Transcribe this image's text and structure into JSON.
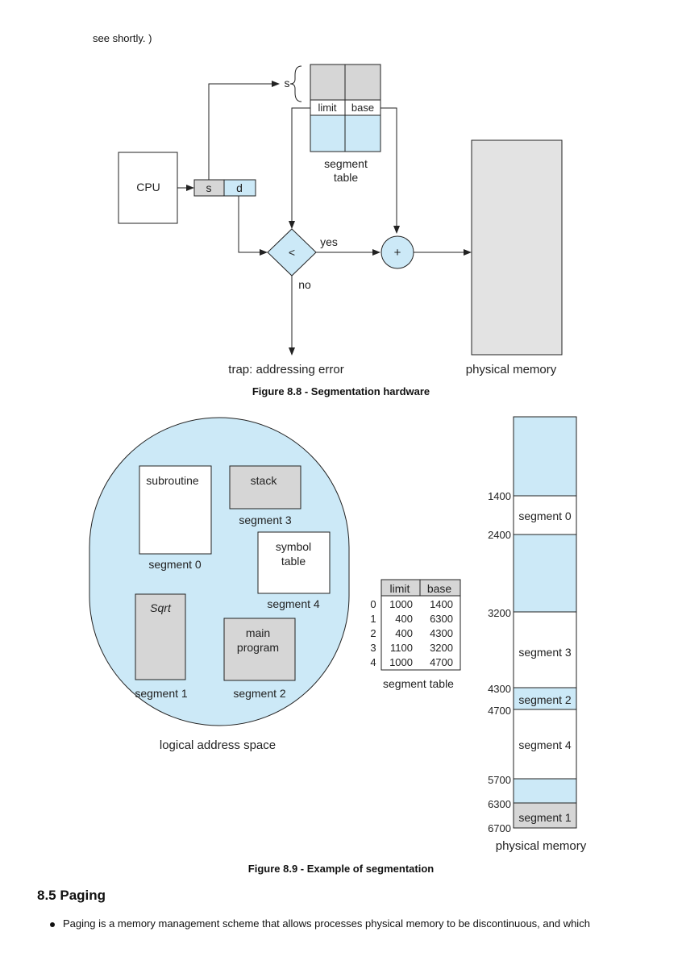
{
  "intro_text": "see shortly. )",
  "fig1": {
    "cpu": "CPU",
    "s": "s",
    "d": "d",
    "s_arrow": "s",
    "limit": "limit",
    "base": "base",
    "segment_table_line1": "segment",
    "segment_table_line2": "table",
    "compare": "<",
    "plus": "+",
    "yes": "yes",
    "no": "no",
    "trap": "trap: addressing error",
    "physical_memory": "physical memory",
    "caption": "Figure 8.8 - Segmentation hardware"
  },
  "fig2": {
    "subroutine": "subroutine",
    "segment0": "segment 0",
    "stack": "stack",
    "segment3": "segment 3",
    "symbol_line1": "symbol",
    "symbol_line2": "table",
    "segment4": "segment 4",
    "sqrt": "Sqrt",
    "segment1": "segment 1",
    "main_line1": "main",
    "main_line2": "program",
    "segment2": "segment 2",
    "logical_address_space": "logical address space",
    "table_headers": [
      "limit",
      "base"
    ],
    "table_rows": [
      {
        "index": "0",
        "limit": "1000",
        "base": "1400"
      },
      {
        "index": "1",
        "limit": "400",
        "base": "6300"
      },
      {
        "index": "2",
        "limit": "400",
        "base": "4300"
      },
      {
        "index": "3",
        "limit": "1100",
        "base": "3200"
      },
      {
        "index": "4",
        "limit": "1000",
        "base": "4700"
      }
    ],
    "segment_table": "segment table",
    "addresses": [
      "1400",
      "2400",
      "3200",
      "4300",
      "4700",
      "5700",
      "6300",
      "6700"
    ],
    "mem_segment0": "segment 0",
    "mem_segment3": "segment 3",
    "mem_segment2": "segment 2",
    "mem_segment4": "segment 4",
    "mem_segment1": "segment 1",
    "physical_memory": "physical memory",
    "caption": "Figure 8.9 - Example of segmentation"
  },
  "section_heading": "8.5 Paging",
  "bullet_text": "Paging is a memory management scheme that allows processes physical memory to be discontinuous, and which",
  "colors": {
    "light_blue": "#cce9f7",
    "gray": "#d6d6d6",
    "line": "#222222"
  }
}
